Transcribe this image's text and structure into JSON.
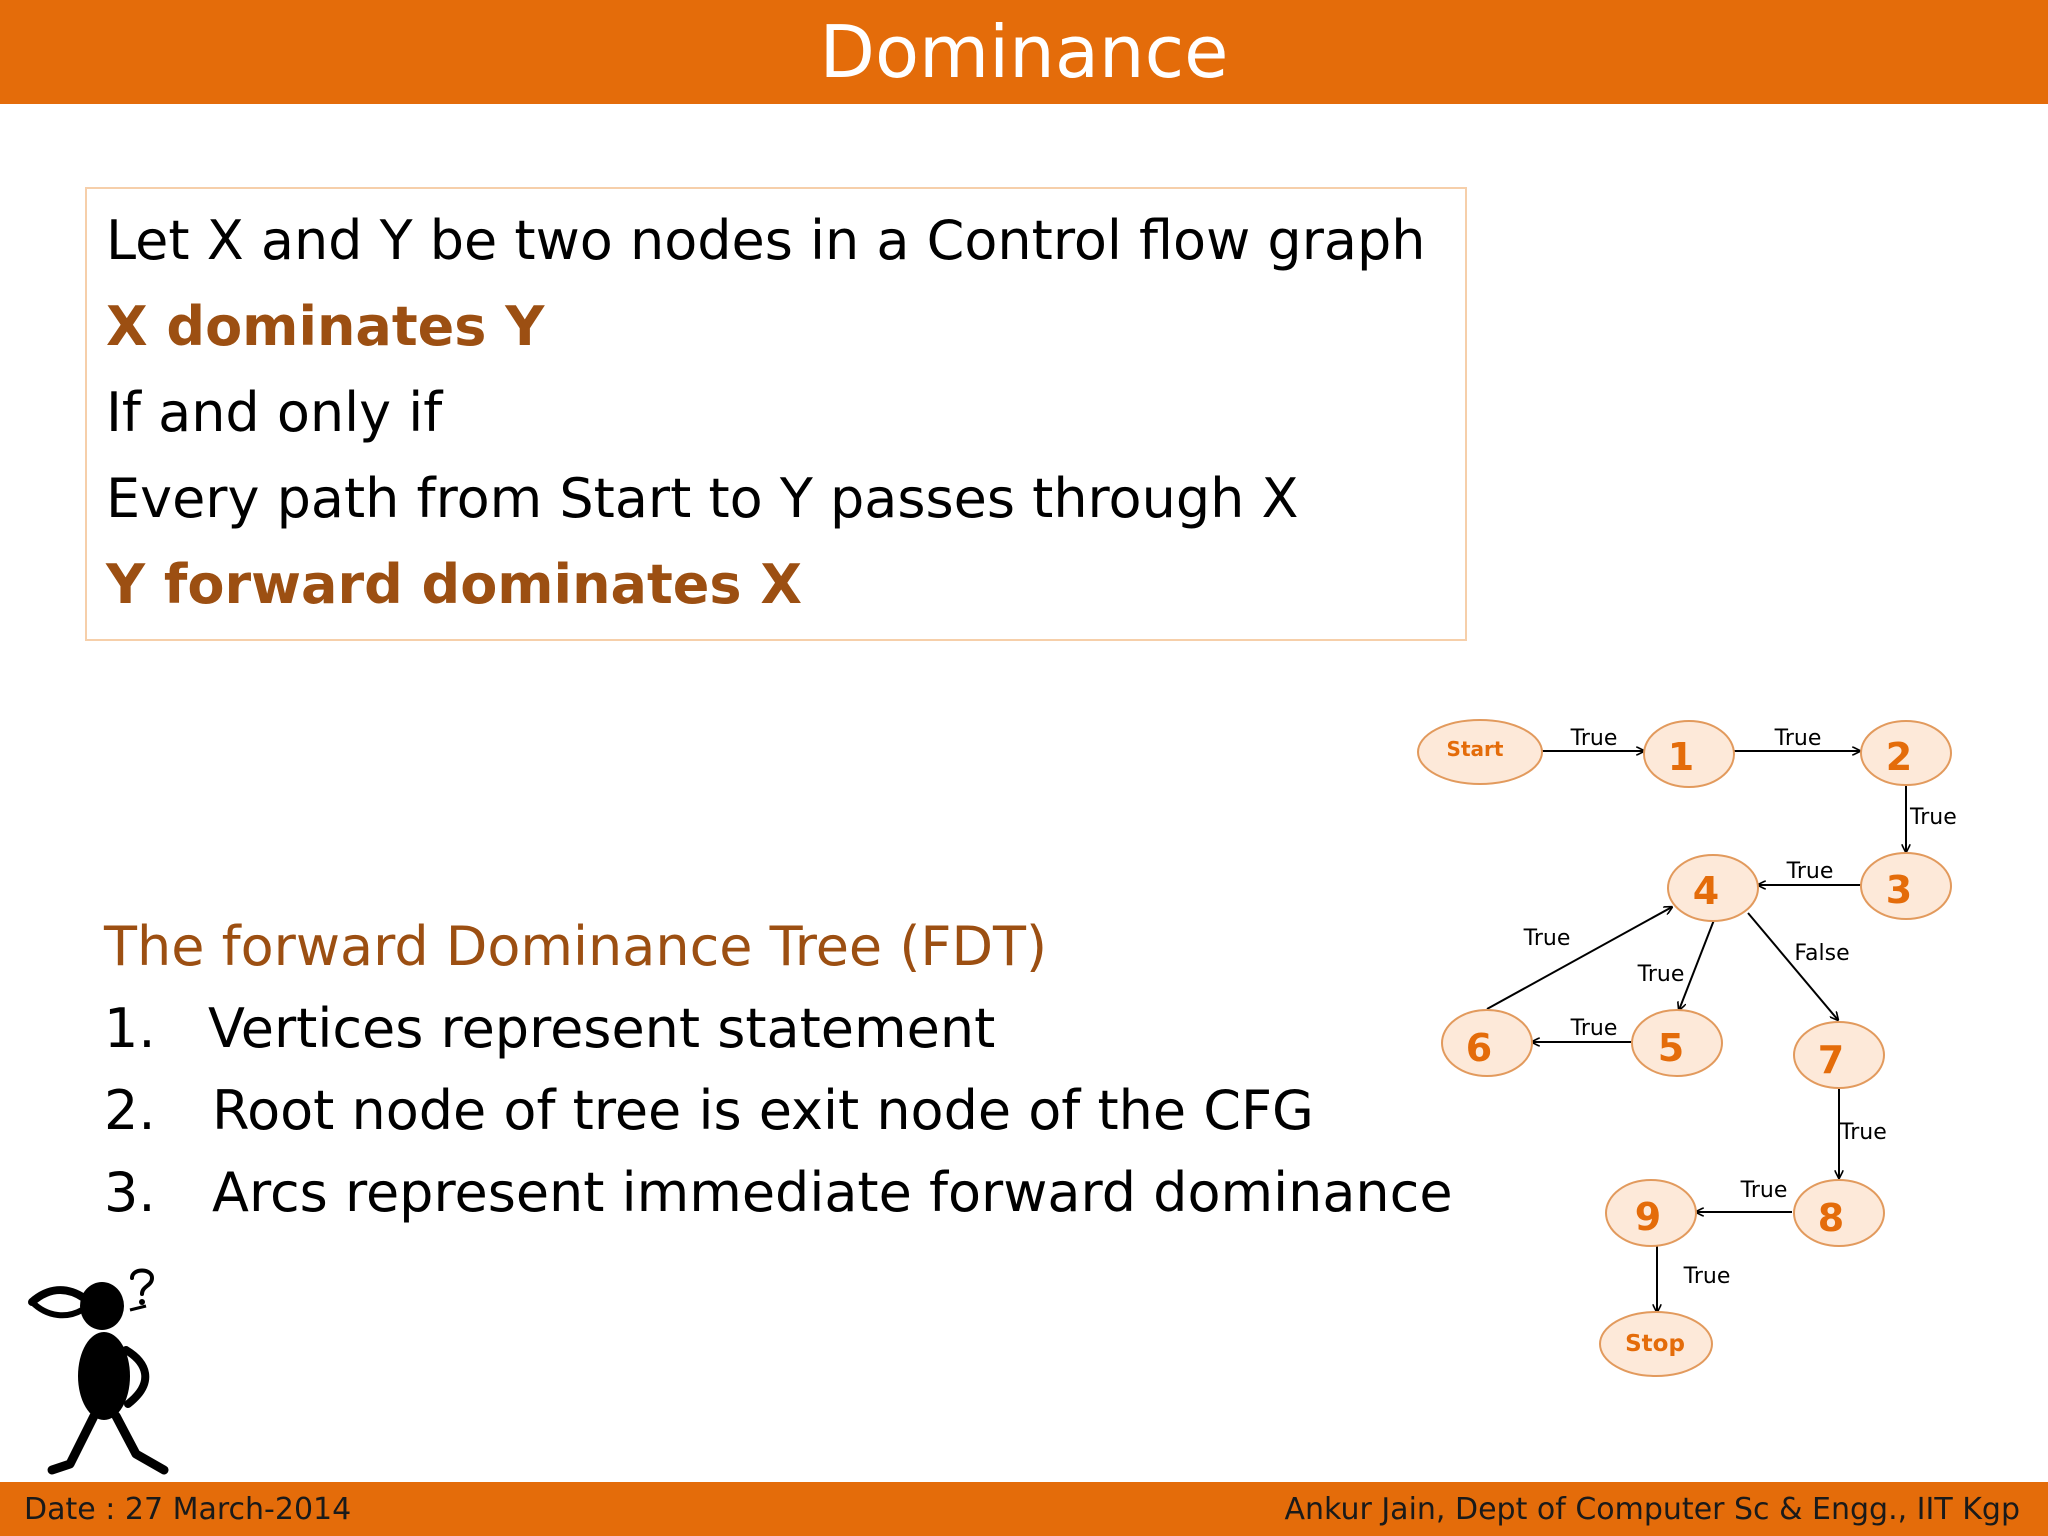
{
  "title": "Dominance",
  "definition": {
    "lines": [
      "Let X and Y be two nodes in a Control flow graph",
      "X dominates Y",
      "If and only if",
      "Every path from Start to Y passes through X",
      "Y forward dominates X"
    ]
  },
  "fdt": {
    "heading": "The forward Dominance Tree (FDT)",
    "items": [
      {
        "num": "1.",
        "text": "Vertices represent statement"
      },
      {
        "num": "2.",
        "text": "Root node of tree is exit node of the CFG"
      },
      {
        "num": "3.",
        "text": "Arcs represent immediate forward dominance"
      }
    ]
  },
  "graph": {
    "nodes": {
      "start": "Start",
      "n1": "1",
      "n2": "2",
      "n3": "3",
      "n4": "4",
      "n5": "5",
      "n6": "6",
      "n7": "7",
      "n8": "8",
      "n9": "9",
      "stop": "Stop"
    },
    "edge_labels": {
      "start_1": "True",
      "n1_2": "True",
      "n2_3": "True",
      "n3_4": "True",
      "n4_5": "True",
      "n4_7": "False",
      "n5_6": "True",
      "n6_4": "True",
      "n7_8": "True",
      "n8_9": "True",
      "n9_stop": "True"
    },
    "colors": {
      "node_fill": "#fde9d9",
      "node_stroke": "#e29a5d",
      "node_text": "#e46c0a"
    }
  },
  "footer": {
    "date": "Date : 27 March-2014",
    "credit": "Ankur Jain, Dept of Computer Sc & Engg., IIT Kgp"
  },
  "colors": {
    "accent": "#e46c0a",
    "highlight_text": "#9c4f12"
  }
}
